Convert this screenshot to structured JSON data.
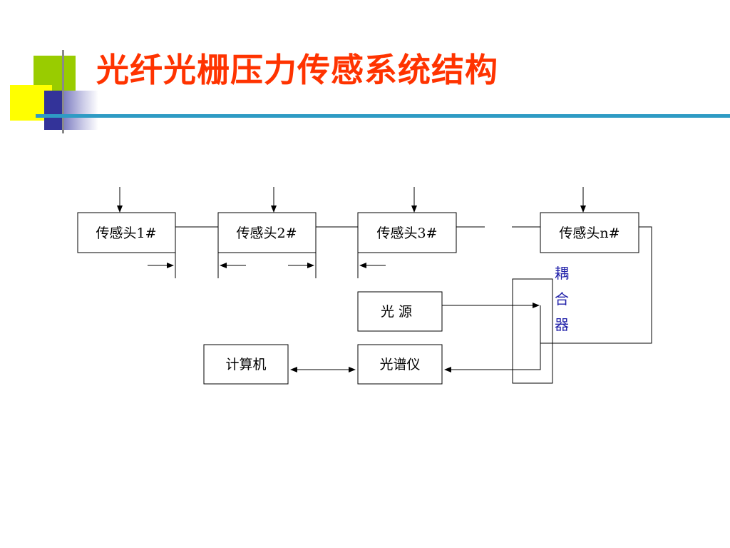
{
  "slide": {
    "title": "光纤光栅压力传感系统结构"
  },
  "diagram": {
    "sensors": [
      "传感头1#",
      "传感头2#",
      "传感头3#",
      "传感头n#"
    ],
    "light_source": "光 源",
    "spectrometer": "光谱仪",
    "computer": "计算机",
    "coupler": [
      "耦",
      "合",
      "器"
    ]
  },
  "colors": {
    "title": "#ff3300",
    "accent_rule": "#2e9bc4",
    "deco_green": "#99cc00",
    "deco_yellow": "#ffff00",
    "deco_navy": "#333399",
    "coupler_text": "#2222aa"
  }
}
